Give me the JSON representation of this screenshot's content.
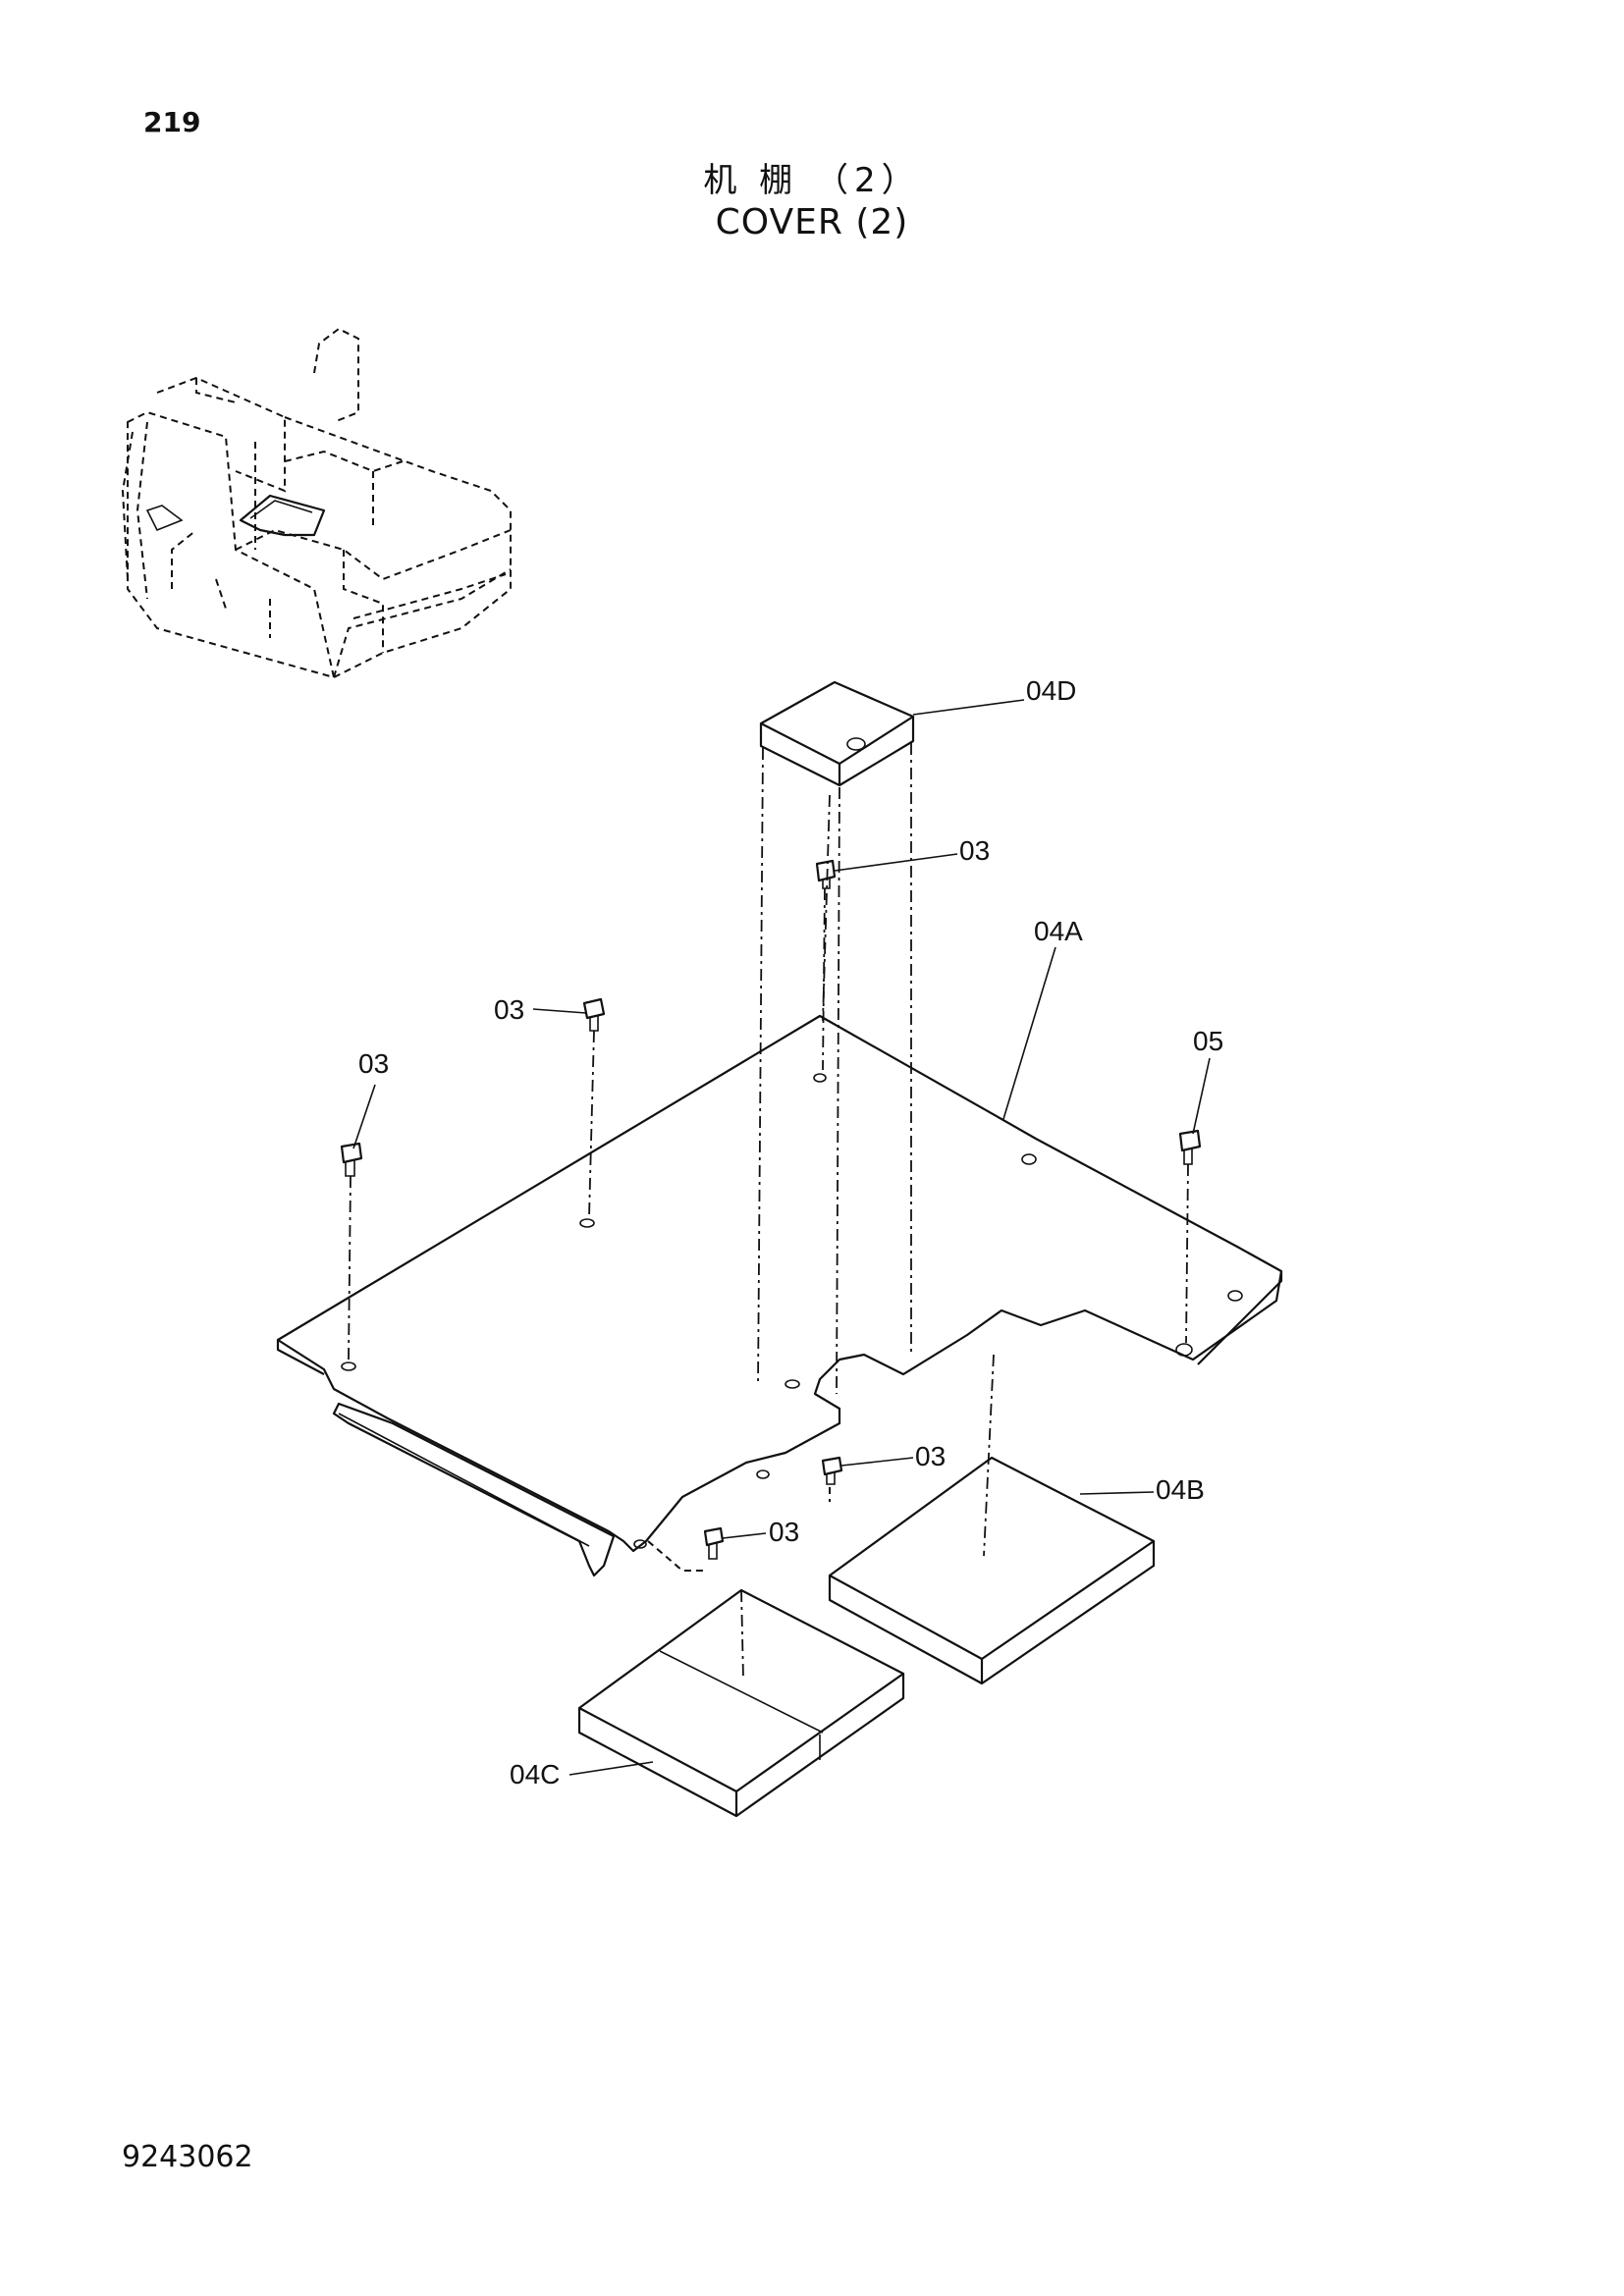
{
  "page": {
    "number": "219",
    "drawing_id": "9243062"
  },
  "title": {
    "chinese": "机 棚 （2）",
    "english": "COVER (2)"
  },
  "callouts": {
    "c04D": "04D",
    "c03_top": "03",
    "c04A": "04A",
    "c03_left_mid": "03",
    "c03_left": "03",
    "c05": "05",
    "c03_lower_right": "03",
    "c04B": "04B",
    "c03_lower": "03",
    "c04C": "04C"
  }
}
